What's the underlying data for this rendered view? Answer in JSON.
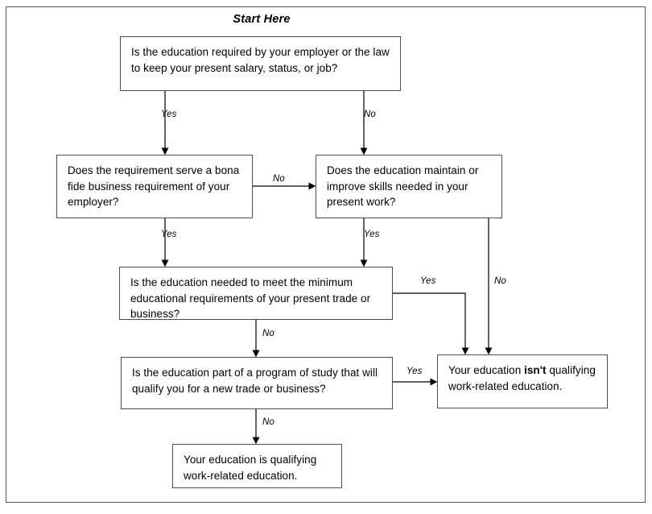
{
  "diagram": {
    "title": "Start Here",
    "nodes": {
      "q_required": "Is the education required by your employer or the law to keep your present salary, status, or job?",
      "q_bona_fide": "Does the requirement serve a bona fide business requirement of your employer?",
      "q_maintain": "Does the education maintain or improve skills needed in your present work?",
      "q_minimum": "Is the education needed to meet the minimum educational requirements of your present trade or business?",
      "q_new_trade": "Is the education part of a program of study that will qualify you for a new trade or business?",
      "result_not_qualifying_pre": "Your education ",
      "result_not_qualifying_bold": "isn't",
      "result_not_qualifying_post": " qualifying work-related education.",
      "result_qualifying": "Your education is qualifying work-related education."
    },
    "edges": [
      {
        "id": "required-yes",
        "label": "Yes",
        "from": "q_required",
        "to": "q_bona_fide"
      },
      {
        "id": "required-no",
        "label": "No",
        "from": "q_required",
        "to": "q_maintain"
      },
      {
        "id": "bona-fide-no",
        "label": "No",
        "from": "q_bona_fide",
        "to": "q_maintain"
      },
      {
        "id": "bona-fide-yes",
        "label": "Yes",
        "from": "q_bona_fide",
        "to": "q_minimum"
      },
      {
        "id": "maintain-yes",
        "label": "Yes",
        "from": "q_maintain",
        "to": "q_minimum"
      },
      {
        "id": "maintain-no",
        "label": "No",
        "from": "q_maintain",
        "to": "result_not_qualifying"
      },
      {
        "id": "minimum-yes",
        "label": "Yes",
        "from": "q_minimum",
        "to": "result_not_qualifying"
      },
      {
        "id": "minimum-no",
        "label": "No",
        "from": "q_minimum",
        "to": "q_new_trade"
      },
      {
        "id": "new-trade-yes",
        "label": "Yes",
        "from": "q_new_trade",
        "to": "result_not_qualifying"
      },
      {
        "id": "new-trade-no",
        "label": "No",
        "from": "q_new_trade",
        "to": "result_qualifying"
      }
    ],
    "colors": {
      "line": "#000000",
      "box_border": "#4c4c4c",
      "frame_border": "#555555",
      "text": "#000000",
      "background": "#ffffff"
    }
  }
}
